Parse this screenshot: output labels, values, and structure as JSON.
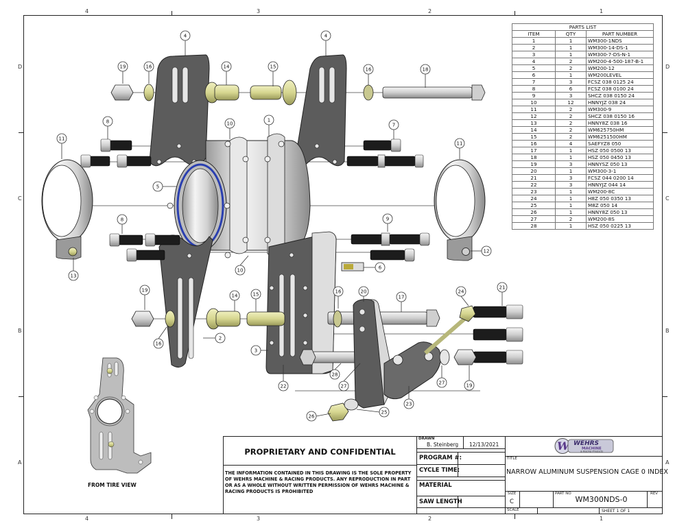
{
  "border": {
    "top_zones": [
      "4",
      "3",
      "2",
      "1"
    ],
    "bottom_zones": [
      "4",
      "3",
      "2",
      "1"
    ],
    "left_zones": [
      "D",
      "C",
      "B",
      "A"
    ],
    "right_zones": [
      "D",
      "C",
      "B",
      "A"
    ]
  },
  "parts_list": {
    "title": "PARTS LIST",
    "headers": [
      "ITEM",
      "QTY",
      "PART NUMBER"
    ],
    "rows": [
      {
        "item": "1",
        "qty": "1",
        "part": "WM300-1NDS"
      },
      {
        "item": "2",
        "qty": "1",
        "part": "WM300-14-DS-1"
      },
      {
        "item": "3",
        "qty": "1",
        "part": "WM300-7-DS-N-1"
      },
      {
        "item": "4",
        "qty": "2",
        "part": "WM200-4-500-187-B-1"
      },
      {
        "item": "5",
        "qty": "2",
        "part": "WM200-12"
      },
      {
        "item": "6",
        "qty": "1",
        "part": "WM200LEVEL"
      },
      {
        "item": "7",
        "qty": "3",
        "part": "FCSZ 038 0125 24"
      },
      {
        "item": "8",
        "qty": "6",
        "part": "FCSZ 038 0100 24"
      },
      {
        "item": "9",
        "qty": "3",
        "part": "SHCZ 038 0150 24"
      },
      {
        "item": "10",
        "qty": "12",
        "part": "HNNYJZ 038 24"
      },
      {
        "item": "11",
        "qty": "2",
        "part": "WM300-9"
      },
      {
        "item": "12",
        "qty": "2",
        "part": "SHCZ 038 0150 16"
      },
      {
        "item": "13",
        "qty": "2",
        "part": "HNNY8Z 038 16"
      },
      {
        "item": "14",
        "qty": "2",
        "part": "WM625750HM"
      },
      {
        "item": "15",
        "qty": "2",
        "part": "WM6251500HM"
      },
      {
        "item": "16",
        "qty": "4",
        "part": "SAEFYZ8 050"
      },
      {
        "item": "17",
        "qty": "1",
        "part": "HSZ 050 0500 13"
      },
      {
        "item": "18",
        "qty": "1",
        "part": "HSZ 050 0450 13"
      },
      {
        "item": "19",
        "qty": "3",
        "part": "HNNYSZ 050 13"
      },
      {
        "item": "20",
        "qty": "1",
        "part": "WM300-3-1"
      },
      {
        "item": "21",
        "qty": "3",
        "part": "FCSZ 044 0200 14"
      },
      {
        "item": "22",
        "qty": "3",
        "part": "HNNYJZ 044 14"
      },
      {
        "item": "23",
        "qty": "1",
        "part": "WM200-8C"
      },
      {
        "item": "24",
        "qty": "1",
        "part": "H8Z 050 0350 13"
      },
      {
        "item": "25",
        "qty": "1",
        "part": "M8Z 050 14"
      },
      {
        "item": "26",
        "qty": "1",
        "part": "HNNY8Z 050 13"
      },
      {
        "item": "27",
        "qty": "2",
        "part": "WM200-8S"
      },
      {
        "item": "28",
        "qty": "1",
        "part": "HSZ 050 0225 13"
      }
    ]
  },
  "balloons": [
    "4",
    "19",
    "16",
    "14",
    "15",
    "4",
    "16",
    "18",
    "8",
    "10",
    "1",
    "7",
    "11",
    "11",
    "5",
    "8",
    "9",
    "6",
    "10",
    "12",
    "13",
    "19",
    "16",
    "14",
    "15",
    "2",
    "3",
    "16",
    "20",
    "17",
    "24",
    "21",
    "28",
    "27",
    "22",
    "23",
    "27",
    "19",
    "26",
    "25"
  ],
  "inset": {
    "caption": "FROM TIRE VIEW"
  },
  "title_block": {
    "proprietary_heading": "PROPRIETARY AND CONFIDENTIAL",
    "proprietary_text": "THE INFORMATION CONTAINED IN THIS DRAWING IS THE SOLE PROPERTY OF WEHRS MACHINE & RACING PRODUCTS. ANY REPRODUCTION IN PART OR AS A WHOLE WITHOUT WRITTEN PERMISSION OF WEHRS MACHINE & RACING PRODUCTS IS PROHIBITED",
    "drawn_label": "DRAWN",
    "drawn_by": "B. Steinberg",
    "drawn_date": "12/13/2021",
    "program_label": "PROGRAM #:",
    "program_value": "",
    "cycle_time_label": "CYCLE TIME:",
    "cycle_time_value": "",
    "material_label": "MATERIAL",
    "material_value": "",
    "saw_length_label": "SAW LENGTH",
    "saw_length_value": "",
    "logo_main": "WEHRS",
    "logo_sub": "MACHINE",
    "logo_tag": "& Racing Products",
    "title_label": "TITLE",
    "title": "NARROW ALUMINUM SUSPENSION CAGE 0 INDEX",
    "size_label": "SIZE",
    "size": "C",
    "part_no_label": "PART NO",
    "part_no": "WM300NDS-0",
    "rev_label": "REV",
    "rev": "",
    "scale_label": "SCALE",
    "scale": "",
    "sheet_label": "SHEET",
    "sheet": "1",
    "of_label": "OF",
    "sheet_total": "1"
  },
  "colors": {
    "plate": "#5a5a5a",
    "aluminum": "#d9d9d9",
    "bearing_seal": "#2a3fb0",
    "brass": "#d8d89a",
    "bolt_black": "#1a1a1a",
    "logo_purple": "#5a3a8a"
  }
}
